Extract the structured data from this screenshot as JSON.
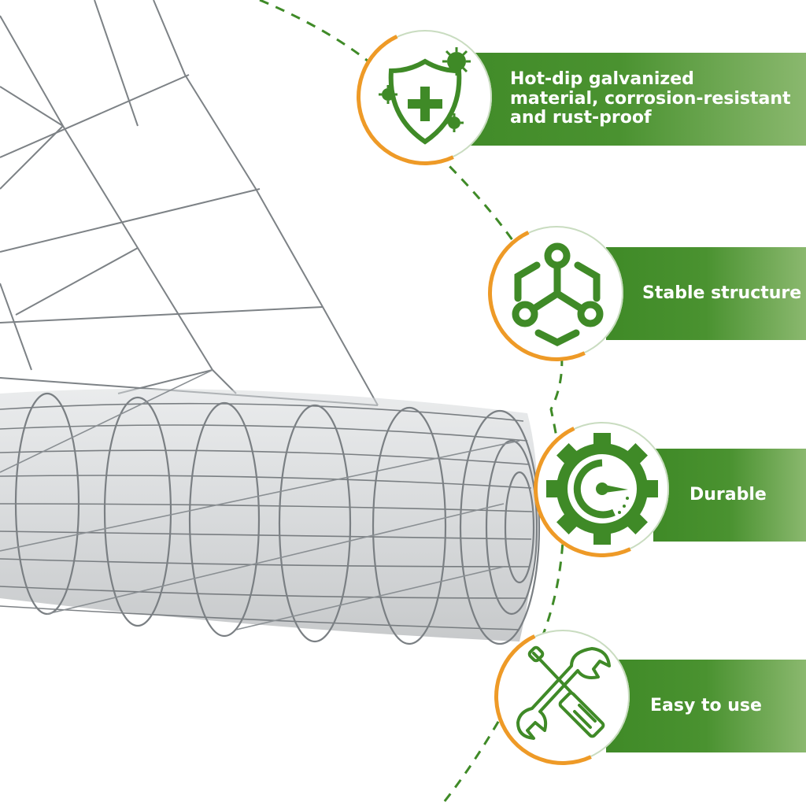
{
  "colors": {
    "brand_green": "#3f8a27",
    "banner_fade": "#8ab86e",
    "accent_orange": "#ee9a27",
    "wire_gray": "#8a8f93"
  },
  "product": {
    "image": "galvanized-wire-fence-roll"
  },
  "features": [
    {
      "icon": "shield-virus-icon",
      "label": "Hot-dip galvanized\nmaterial, corrosion-resistant\nand rust-proof"
    },
    {
      "icon": "structure-nodes-icon",
      "label": "Stable structure"
    },
    {
      "icon": "gear-gauge-icon",
      "label": "Durable"
    },
    {
      "icon": "wrench-screwdriver-icon",
      "label": "Easy to use"
    }
  ]
}
